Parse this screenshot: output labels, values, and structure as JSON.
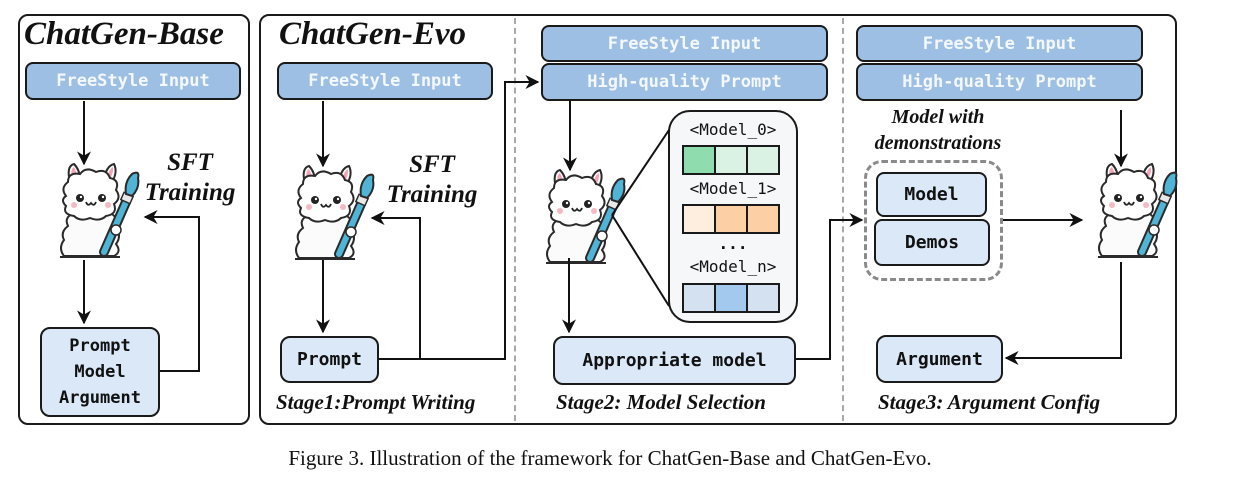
{
  "figure": {
    "caption": "Figure 3. Illustration of the framework for ChatGen-Base and ChatGen-Evo."
  },
  "colors": {
    "input_box": "#9cbfe3",
    "output_box": "#dbe8f7",
    "model0_cells": [
      "#8fdcae",
      "#d9f2e3",
      "#d9f2e3"
    ],
    "model1_cells": [
      "#fdeee0",
      "#fcd0a4",
      "#fcd0a4"
    ],
    "modeln_cells": [
      "#d3e1f1",
      "#a4c9ee",
      "#d3e1f1"
    ]
  },
  "base": {
    "title": "ChatGen-Base",
    "input_label": "FreeStyle Input",
    "sft_line1": "SFT",
    "sft_line2": "Training",
    "output_lines": [
      "Prompt",
      "Model",
      "Argument"
    ],
    "llama_icon": "llama-painter-icon"
  },
  "evo": {
    "title": "ChatGen-Evo",
    "stage1": {
      "input_label": "FreeStyle Input",
      "sft_line1": "SFT",
      "sft_line2": "Training",
      "output_label": "Prompt",
      "stage_label": "Stage1:Prompt Writing"
    },
    "stage2": {
      "input_label": "FreeStyle Input",
      "prompt_label": "High-quality Prompt",
      "models": [
        {
          "name": "<Model_0>"
        },
        {
          "name": "<Model_1>"
        },
        {
          "name": "<Model_n>"
        }
      ],
      "ellipsis": "...",
      "output_label": "Appropriate model",
      "stage_label": "Stage2: Model Selection"
    },
    "stage3": {
      "input_label": "FreeStyle Input",
      "prompt_label": "High-quality Prompt",
      "group_title_line1": "Model with",
      "group_title_line2": "demonstrations",
      "model_label": "Model",
      "demos_label": "Demos",
      "output_label": "Argument",
      "stage_label": "Stage3: Argument Config"
    }
  }
}
